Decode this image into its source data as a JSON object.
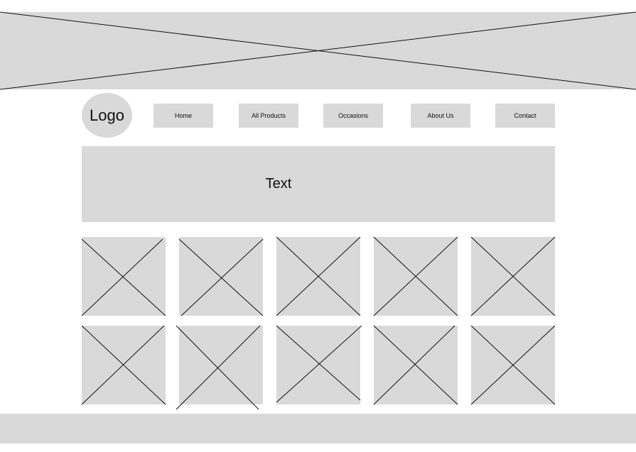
{
  "header": {
    "logo_label": "Logo",
    "banner_icon": "image-placeholder-icon"
  },
  "nav": {
    "items": [
      {
        "label": "Home"
      },
      {
        "label": "All Products"
      },
      {
        "label": "Occasions"
      },
      {
        "label": "About Us"
      },
      {
        "label": "Contact"
      }
    ]
  },
  "main": {
    "text_block_label": "Text",
    "grid": {
      "tile_icon": "image-placeholder-icon",
      "tile_count": 10
    }
  },
  "colors": {
    "placeholder_fill": "#d9d9d9",
    "stroke": "#111111",
    "background": "#ffffff"
  }
}
